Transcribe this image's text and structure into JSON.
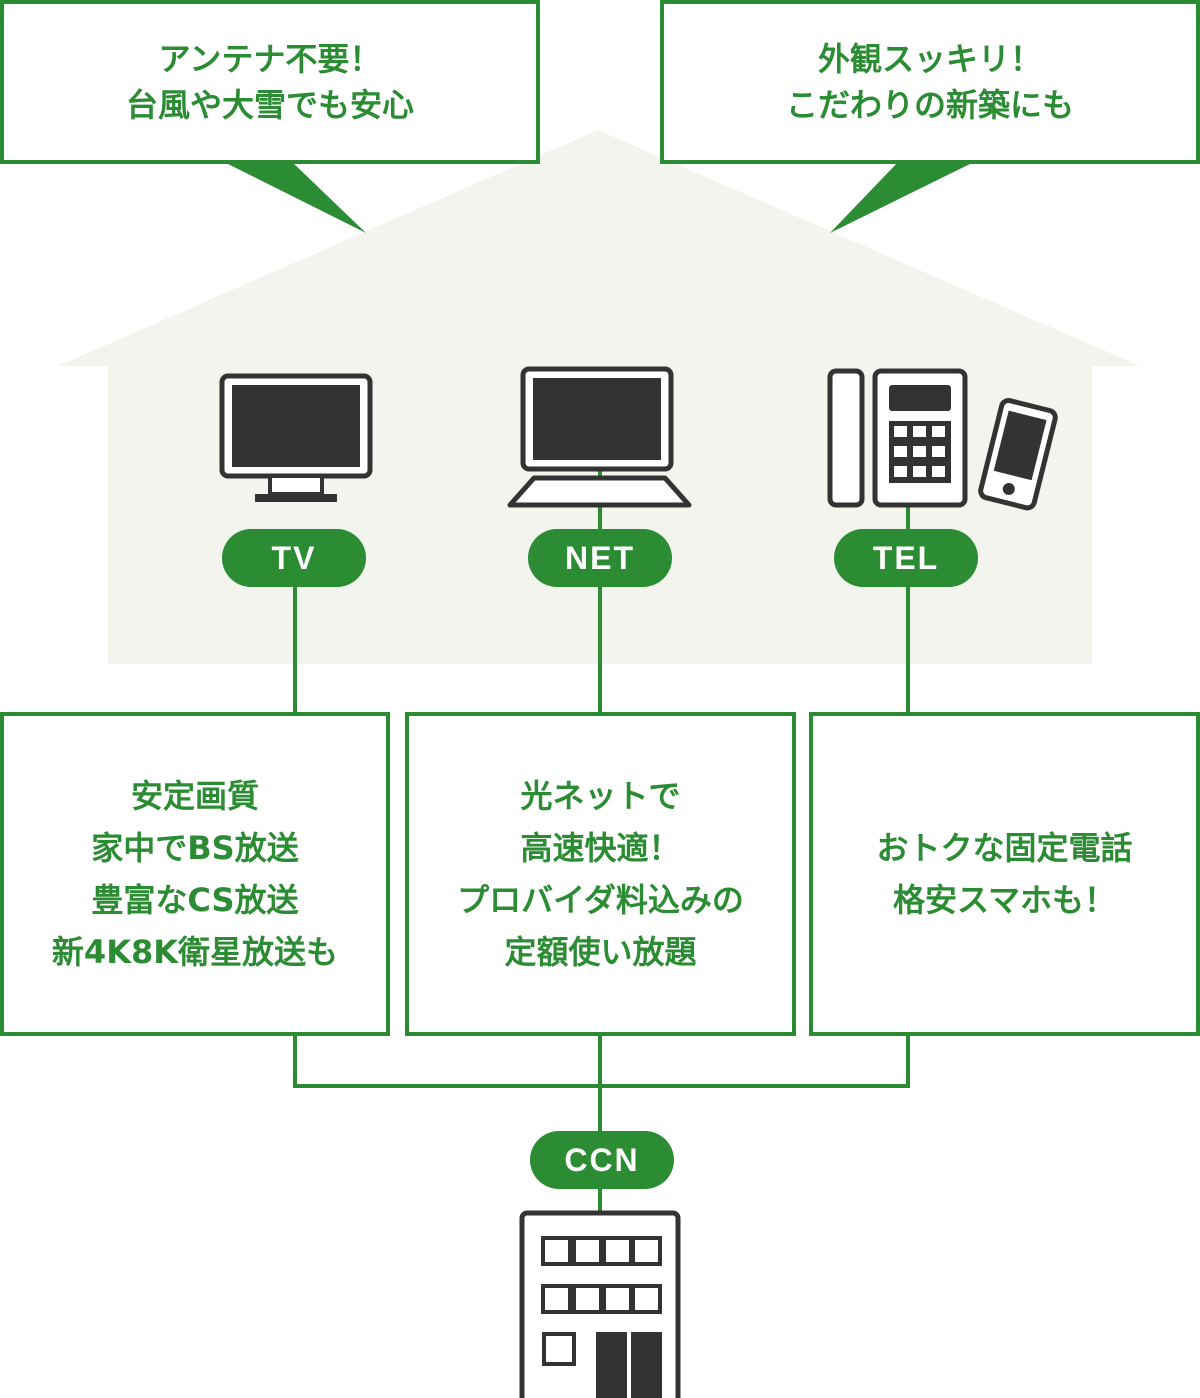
{
  "callouts": {
    "left": {
      "lines": [
        "アンテナ不要！",
        "台風や大雪でも安心"
      ]
    },
    "right": {
      "lines": [
        "外観スッキリ！",
        "こだわりの新築にも"
      ]
    }
  },
  "devices": [
    {
      "label": "TV",
      "icon": "tv-monitor-icon"
    },
    {
      "label": "NET",
      "icon": "laptop-icon"
    },
    {
      "label": "TEL",
      "icon": "phone-and-smartphone-icon"
    }
  ],
  "services": {
    "tv": {
      "lines": [
        "安定画質",
        "家中でBS放送",
        "豊富なCS放送",
        "新4K8K衛星放送も"
      ]
    },
    "net": {
      "lines": [
        "光ネットで",
        "高速快適！",
        "プロバイダ料込みの",
        "定額使い放題"
      ]
    },
    "tel": {
      "lines": [
        "おトクな固定電話",
        "格安スマホも！"
      ]
    }
  },
  "provider": {
    "label": "CCN",
    "icon": "office-building-icon"
  },
  "colors": {
    "accent_green": "#2b8c33",
    "house_fill": "#f4f4ee",
    "icon_dark": "#333333",
    "background": "#ffffff"
  }
}
